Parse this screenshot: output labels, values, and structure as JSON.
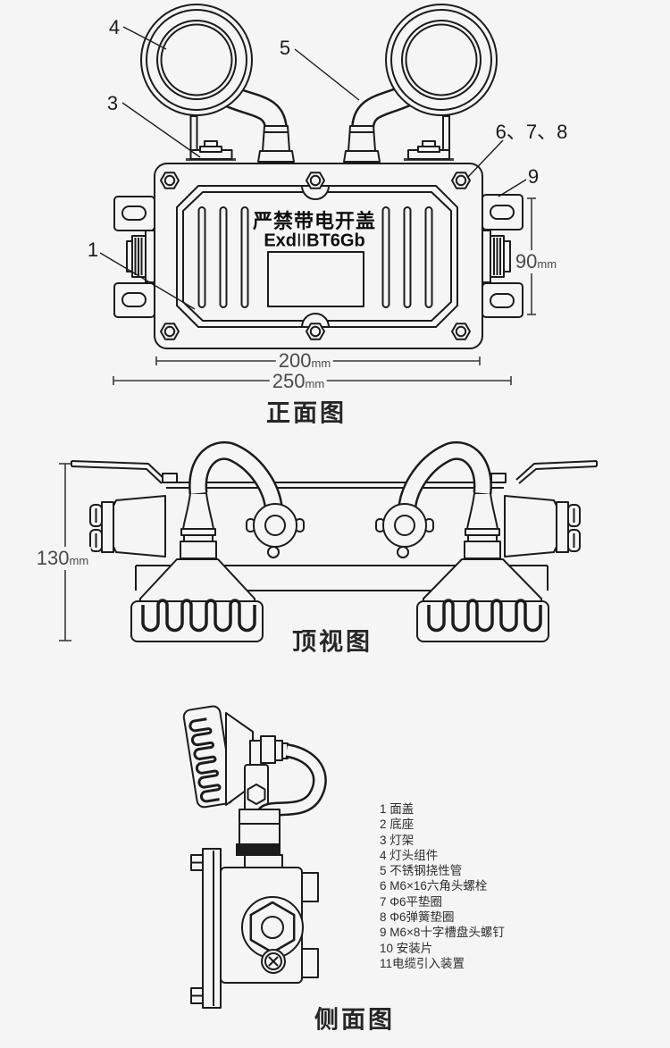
{
  "front_view": {
    "title": "正面图",
    "callouts": {
      "c1": "1",
      "c3": "3",
      "c4": "4",
      "c5": "5",
      "c678": "6、7、8",
      "c9": "9"
    },
    "marking": {
      "line1": "严禁带电开盖",
      "line2_prefix": "Exd",
      "line2_mid": "II",
      "line2_suffix": "BT6Gb"
    },
    "dimensions": {
      "width_inner": {
        "value": "200",
        "unit": "mm"
      },
      "width_outer": {
        "value": "250",
        "unit": "mm"
      },
      "height": {
        "value": "90",
        "unit": "mm"
      }
    }
  },
  "top_view": {
    "title": "顶视图",
    "dimensions": {
      "depth": {
        "value": "130",
        "unit": "mm"
      }
    }
  },
  "side_view": {
    "title": "侧面图"
  },
  "parts_list": {
    "items": [
      "1 面盖",
      "2 底座",
      "3 灯架",
      "4 灯头组件",
      "5 不锈钢挠性管",
      "6 M6×16六角头螺栓",
      "7 Φ6平垫圈",
      "8 Φ6弹簧垫圈",
      "9 M6×8十字槽盘头螺钉",
      "10 安装片",
      "11电缆引入装置"
    ]
  },
  "colors": {
    "line": "#1c1c1c",
    "background": "#f5f5f5",
    "dim_text": "#4a4a4a"
  }
}
